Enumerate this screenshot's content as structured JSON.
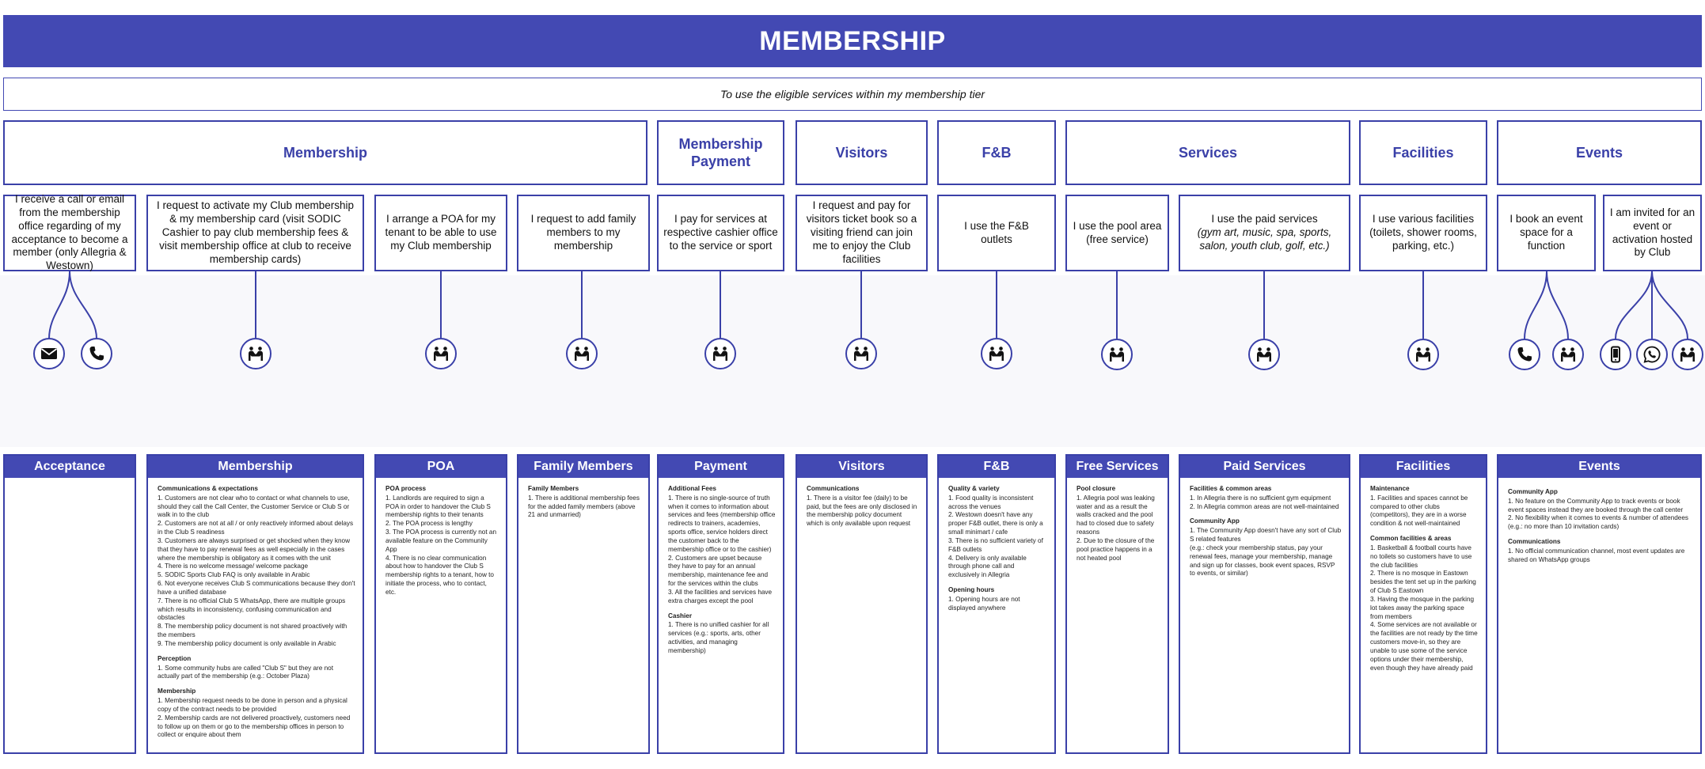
{
  "title": "MEMBERSHIP",
  "subtitle": "To use the eligible services within my membership tier",
  "stages": [
    {
      "label": "Membership"
    },
    {
      "label": "Membership Payment"
    },
    {
      "label": "Visitors"
    },
    {
      "label": "F&B"
    },
    {
      "label": "Services"
    },
    {
      "label": "Facilities"
    },
    {
      "label": "Events"
    }
  ],
  "steps": [
    {
      "text": "I receive a call or email from the membership office regarding of my acceptance to become a member (only Allegria & Westown)"
    },
    {
      "text": "I request to activate my Club membership & my membership card (visit SODIC Cashier to pay club membership fees &  visit membership office at club to receive membership cards)"
    },
    {
      "text": "I arrange a POA for my tenant to be able to use my Club membership"
    },
    {
      "text": "I request to add family members to my membership"
    },
    {
      "text": "I pay for services at respective cashier office to the service or sport"
    },
    {
      "text": "I request and pay for visitors ticket book so a visiting friend can join me to enjoy the Club facilities"
    },
    {
      "text": "I use the F&B outlets"
    },
    {
      "text": "I use the pool area (free service)"
    },
    {
      "text": "I use the paid services",
      "detail": "(gym art, music, spa, sports, salon, youth club, golf, etc.)"
    },
    {
      "text": "I use various facilities (toilets, shower rooms, parking, etc.)"
    },
    {
      "text": "I book an event space for a function"
    },
    {
      "text": "I am invited for an event or activation hosted by Club"
    }
  ],
  "channel_icons": [
    "email-icon",
    "phone-icon",
    "in-person-icon",
    "in-person-icon",
    "in-person-icon",
    "in-person-icon",
    "in-person-icon",
    "in-person-icon",
    "in-person-icon",
    "in-person-icon",
    "in-person-icon",
    "phone-icon",
    "in-person-icon",
    "mobile-app-icon",
    "whatsapp-icon",
    "in-person-icon"
  ],
  "accent_color": "#4349b3",
  "pain_points": [
    {
      "title": "Acceptance",
      "sections": []
    },
    {
      "title": "Membership",
      "sections": [
        {
          "heading": "Communications & expectations",
          "items": [
            "1. Customers are not clear who to contact or what channels to use, should they call the Call Center, the Customer Service or Club S or walk in to the club",
            "2. Customers are not at all / or only reactively informed about delays in the Club S readiness",
            "3. Customers are always surprised or get shocked when they know that they have to pay renewal fees as well especially in the cases where the membership is obligatory as it comes with the unit",
            "4. There is no welcome message/ welcome package",
            "5. SODIC Sports Club FAQ is only available in Arabic",
            "6. Not everyone receives Club S communications because they don't have a unified database",
            "7. There is no official Club S WhatsApp, there are multiple groups which results in inconsistency, confusing communication and obstacles",
            "8. The membership policy document is not shared proactively with the members",
            "9. The membership policy document is only available in Arabic"
          ]
        },
        {
          "heading": "Perception",
          "items": [
            "1. Some community hubs are called \"Club S\" but they are not actually part of the membership (e.g.: October Plaza)"
          ]
        },
        {
          "heading": "Membership",
          "items": [
            "1. Membership request needs to be done in person and a physical copy of the contract needs to be provided",
            "2. Membership cards are not delivered proactively, customers need to follow up on them or go to the membership offices in person to collect or enquire about them"
          ]
        }
      ]
    },
    {
      "title": "POA",
      "sections": [
        {
          "heading": "POA process",
          "items": [
            "1. Landlords are required to sign a POA in order to handover the Club S membership rights to their tenants",
            "2. The POA process is lengthy",
            "3. The POA process is currently not an available feature on the Community App",
            "4. There is no clear communication about how to handover the Club S membership rights to a tenant, how to initiate the process, who to contact, etc."
          ]
        }
      ]
    },
    {
      "title": "Family Members",
      "sections": [
        {
          "heading": "Family Members",
          "items": [
            "1. There is additional membership fees for the added family members (above 21 and unmarried)"
          ]
        }
      ]
    },
    {
      "title": "Payment",
      "sections": [
        {
          "heading": "Additional Fees",
          "items": [
            "1. There is no single-source of truth when it comes to information about services and fees (membership office redirects to trainers, academies, sports office, service holders direct the customer back to the membership office or to the cashier)",
            "2. Customers are upset because they have to pay for an annual membership, maintenance fee and for the services within the clubs",
            "3. All the facilities and services have extra charges except the pool"
          ]
        },
        {
          "heading": "Cashier",
          "items": [
            "1. There is no unified cashier for all services (e.g.: sports, arts, other activities, and managing membership)"
          ]
        }
      ]
    },
    {
      "title": "Visitors",
      "sections": [
        {
          "heading": "Communications",
          "items": [
            "1. There is a visitor fee (daily) to be paid, but the fees are only disclosed in the membership policy document which is only available upon request"
          ]
        }
      ]
    },
    {
      "title": "F&B",
      "sections": [
        {
          "heading": "Quality & variety",
          "items": [
            "1. Food quality is inconsistent across the venues",
            "2. Westown doesn't have any proper F&B outlet, there is only a small minimart / cafe",
            "3. There is no sufficient variety of F&B outlets",
            "4. Delivery is only available through phone call and exclusively in Allegria"
          ]
        },
        {
          "heading": "Opening hours",
          "items": [
            "1. Opening hours are not displayed anywhere"
          ]
        }
      ]
    },
    {
      "title": "Free Services",
      "sections": [
        {
          "heading": "Pool closure",
          "items": [
            "1. Allegria pool was leaking water and as a result the walls cracked and the pool had to closed due to safety reasons",
            "2. Due to the closure of the pool practice happens in a not heated pool"
          ]
        }
      ]
    },
    {
      "title": "Paid Services",
      "sections": [
        {
          "heading": "Facilities & common areas",
          "items": [
            "1. In Allegria there is no sufficient gym equipment",
            "2. In Allegria common areas are not well-maintained"
          ]
        },
        {
          "heading": "Community App",
          "items": [
            "1. The Community App doesn't have any sort of Club S related features",
            "(e.g.: check your membership status, pay your renewal fees, manage your membership, manage and sign up for classes, book event spaces, RSVP to events, or similar)"
          ]
        }
      ]
    },
    {
      "title": "Facilities",
      "sections": [
        {
          "heading": "Maintenance",
          "items": [
            "1. Facilities and spaces cannot be compared to other clubs (competitors), they are in a worse condition & not well-maintained"
          ]
        },
        {
          "heading": "Common facilities & areas",
          "items": [
            "1. Basketball & football courts have no toilets so customers have to use the club facilities",
            "2. There is no mosque in Eastown besides the tent set up in the parking of Club S Eastown",
            "3. Having the mosque in the parking lot takes away the parking space from members",
            "4. Some services are not available or the facilities are not ready by the time customers move-in, so they are unable to use some of the service options under their membership, even though they have already paid"
          ]
        }
      ]
    },
    {
      "title": "Events",
      "sections": [
        {
          "heading": "Community App",
          "items": [
            "1. No feature on the Community App to track events or book event spaces instead they are booked through the call center",
            "2. No flexibility when it comes to events & number of attendees (e.g.: no more than 10 invitation cards)"
          ]
        },
        {
          "heading": "Communications",
          "items": [
            "1. No official communication channel, most event updates are shared on WhatsApp groups"
          ]
        }
      ]
    }
  ]
}
